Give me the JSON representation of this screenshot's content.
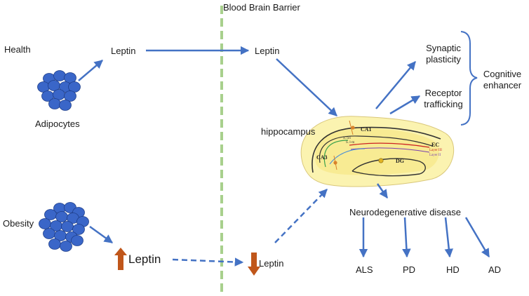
{
  "barrier": {
    "label": "Blood Brain Barrier",
    "color": "#a8d08d"
  },
  "conditions": {
    "health": "Health",
    "obesity": "Obesity"
  },
  "adipocytes": {
    "label": "Adipocytes",
    "color": "#3a66c8"
  },
  "leptin": {
    "health_peripheral": "Leptin",
    "health_central": "Leptin",
    "obesity_peripheral": "Leptin",
    "obesity_central": "Leptin",
    "increase_indicator": "up-arrow-icon",
    "decrease_indicator": "down-arrow-icon",
    "indicator_color": "#c0561a"
  },
  "hippocampus": {
    "label": "hippocampus",
    "regions": {
      "ca1": "CA1",
      "ca3": "CA3",
      "dg": "DG",
      "ec": "EC"
    },
    "layers": {
      "layer3": "Layer III",
      "layer2": "Layer II"
    },
    "strata": {
      "so": "S. ori",
      "sl": "S. l-m"
    },
    "fill_color": "#fbf3b0"
  },
  "effects": {
    "synaptic": [
      "Synaptic",
      "plasticity"
    ],
    "receptor": [
      "Receptor",
      "trafficking"
    ],
    "cognitive": [
      "Cognitive",
      "enhancer"
    ]
  },
  "disease": {
    "label": "Neurodegenerative disease",
    "items": [
      "ALS",
      "PD",
      "HD",
      "AD"
    ]
  },
  "arrow_color": "#4472c4"
}
